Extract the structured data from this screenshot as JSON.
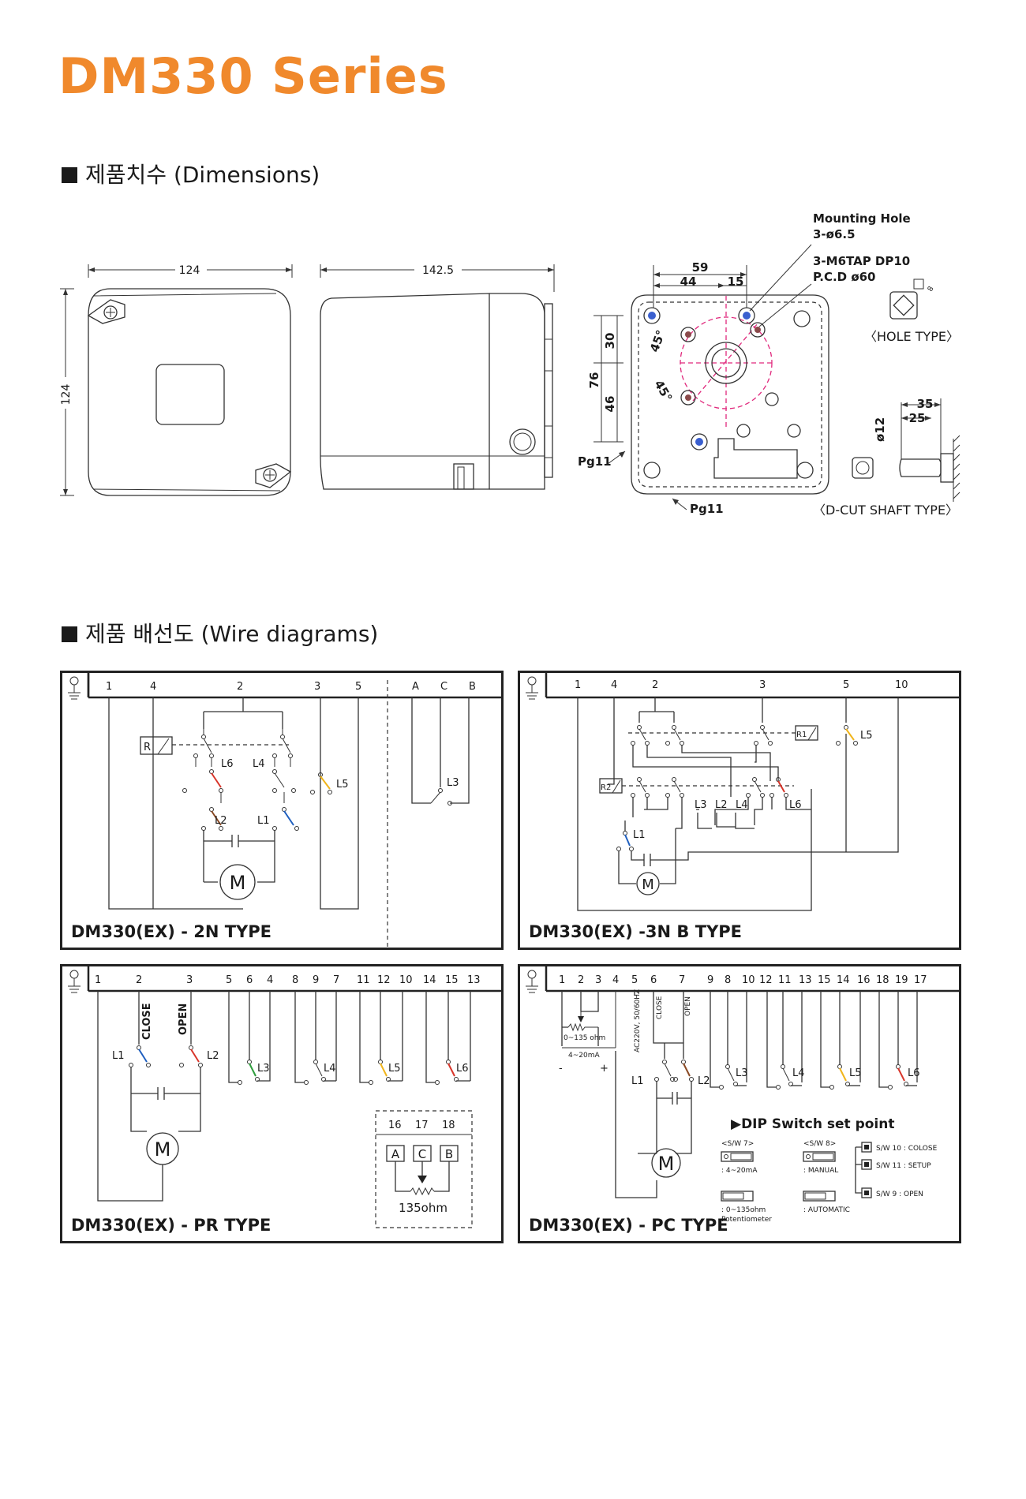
{
  "title": "DM330 Series",
  "sections": {
    "dimensions": "제품치수 (Dimensions)",
    "wiring": "제품 배선도 (Wire diagrams)"
  },
  "dimensions": {
    "front_width": "124",
    "front_height": "124",
    "side_width": "142.5",
    "bottom_59": "59",
    "bottom_44": "44",
    "bottom_15": "15",
    "bottom_30": "30",
    "bottom_76": "76",
    "bottom_46": "46",
    "angle_45a": "45°",
    "angle_45b": "45°",
    "pg11_left": "Pg11",
    "pg11_bottom": "Pg11",
    "mounting_hole": "Mounting Hole",
    "mounting_hole_size": "3-ø6.5",
    "tap": "3-M6TAP DP10",
    "pcd": "P.C.D  ø60",
    "hole_type_dim": "8",
    "hole_type": "〈HOLE TYPE〉",
    "shaft_35": "35",
    "shaft_25": "25",
    "shaft_dia": "ø12",
    "dcut_type": "〈D-CUT SHAFT TYPE〉"
  },
  "colors": {
    "title": "#f0892c",
    "red": "#d8352a",
    "blue": "#1f5fbf",
    "yellow": "#f1b51c",
    "green": "#2f9d3d",
    "brown": "#8a4a24",
    "pink": "#e0287c"
  },
  "diagrams": {
    "d2n": {
      "caption": "DM330(EX) - 2N TYPE",
      "terminals": [
        "1",
        "4",
        "2",
        "3",
        "5",
        "A",
        "C",
        "B"
      ],
      "labels": {
        "r": "R",
        "l6": "L6",
        "l4": "L4",
        "l5": "L5",
        "l3": "L3",
        "l2": "L2",
        "l1": "L1",
        "m": "M"
      }
    },
    "d3n": {
      "caption": "DM330(EX) -3N B TYPE",
      "terminals": [
        "1",
        "4",
        "2",
        "3",
        "5",
        "10"
      ],
      "labels": {
        "r1": "R1",
        "r2": "R2",
        "l5": "L5",
        "l3": "L3",
        "l2": "L2",
        "l4": "L4",
        "l6": "L6",
        "l1": "L1",
        "m": "M"
      }
    },
    "dpr": {
      "caption": "DM330(EX) - PR TYPE",
      "terminals": [
        "1",
        "2",
        "3",
        "5",
        "6",
        "4",
        "8",
        "9",
        "7",
        "11",
        "12",
        "10",
        "14",
        "15",
        "13"
      ],
      "labels": {
        "close": "CLOSE",
        "open": "OPEN",
        "l1": "L1",
        "l2": "L2",
        "l3": "L3",
        "l4": "L4",
        "l5": "L5",
        "l6": "L6",
        "m": "M"
      },
      "pot_terminals": [
        "16",
        "17",
        "18"
      ],
      "pot_letters": [
        "A",
        "C",
        "B"
      ],
      "pot_value": "135ohm"
    },
    "dpc": {
      "caption": "DM330(EX) - PC TYPE",
      "terminals": [
        "1",
        "2",
        "3",
        "4",
        "5",
        "6",
        "7",
        "9",
        "8",
        "10",
        "12",
        "11",
        "13",
        "15",
        "14",
        "16",
        "18",
        "19",
        "17"
      ],
      "labels": {
        "ohm": "0~135 ohm",
        "ma": "4~20mA",
        "minus": "-",
        "plus": "+",
        "ac": "AC220V, 50/60HZ",
        "close": "CLOSE",
        "open": "OPEN",
        "l1": "L1",
        "l2": "L2",
        "l3": "L3",
        "l4": "L4",
        "l5": "L5",
        "l6": "L6",
        "m": "M"
      },
      "dip_title": "▶DIP Switch set point",
      "sw7": "<S/W 7>",
      "sw8": "<S/W 8>",
      "sw7_a": ": 4~20mA",
      "sw7_b": ": 0~135ohm",
      "sw7_b2": "Potentiometer",
      "sw8_a": ": MANUAL",
      "sw8_b": ": AUTOMATIC",
      "sw10": "S/W 10 : COLOSE",
      "sw11": "S/W 11 : SETUP",
      "sw9": "S/W 9 : OPEN"
    }
  }
}
